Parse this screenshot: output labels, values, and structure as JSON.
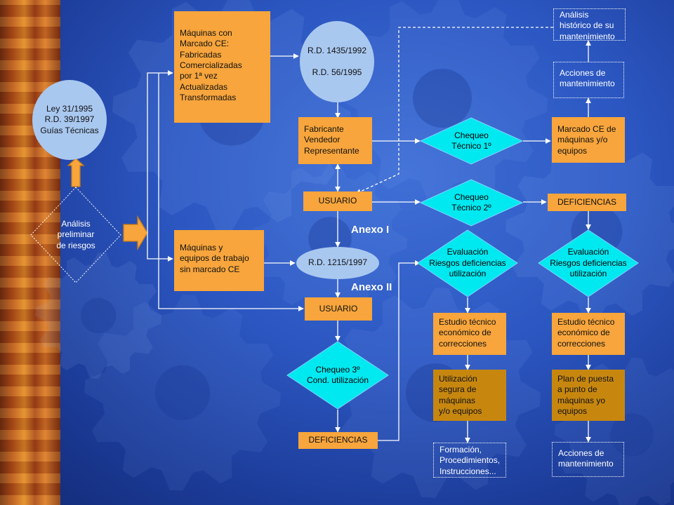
{
  "nodes": {
    "ley": "Ley 31/1995\nR.D. 39/1997\nGuías Técnicas",
    "analisis_preliminar": "Análisis\npreliminar\nde riesgos",
    "maquinas_ce": "Máquinas con\nMarcado CE:\nFabricadas\nComercializadas\n por 1ª vez\nActualizadas\nTransformadas",
    "maquinas_sin_ce": "Máquinas y\nequipos de trabajo\nsin marcado CE",
    "rd_1435": "R.D. 1435/1992\n\nR.D. 56/1995",
    "rd_1215": "R.D. 1215/1997",
    "fabricante": "Fabricante\nVendedor\nRepresentante",
    "usuario_1": "USUARIO",
    "usuario_2": "USUARIO",
    "chequeo_1": "Chequeo\nTécnico 1º",
    "chequeo_2": "Chequeo\nTécnico 2º",
    "chequeo_3": "Chequeo 3º\nCond. utilización",
    "deficiencias_izq": "DEFICIENCIAS",
    "deficiencias_der": "DEFICIENCIAS",
    "eval_izq": "Evaluación\nRiesgos deficiencias\nutilización",
    "eval_der": "Evaluación\nRiesgos deficiencias\nutilización",
    "estudio_izq": "Estudio técnico\neconómico de\ncorrecciones",
    "estudio_der": "Estudio técnico\neconómico de\ncorrecciones",
    "utilizacion_segura": "Utilización\nsegura de\nmáquinas\ny/o equipos",
    "plan_puesta": "Plan de puesta\na punto de\nmáquinas yo\nequipos",
    "formacion": "Formación,\nProcedimientos,\nInstrucciones...",
    "acciones_bottom": "Acciones de\nmantenimiento",
    "marcado_ce_maq": "Marcado CE de\nmáquinas y/o\nequipos",
    "acciones_top": "Acciones de\nmantenimiento",
    "analisis_historico": "Análisis\nhistórico de  su\nmantenimiento",
    "anexo_1": "Anexo I",
    "anexo_2": "Anexo II"
  },
  "colors": {
    "orange_box": "#f7a53c",
    "dark_box": "#c7870f",
    "cyan_diamond": "#00e8f0",
    "light_circle": "#a9c8f0",
    "up_arrow": "#f7a53c",
    "connector": "#ffffff"
  }
}
